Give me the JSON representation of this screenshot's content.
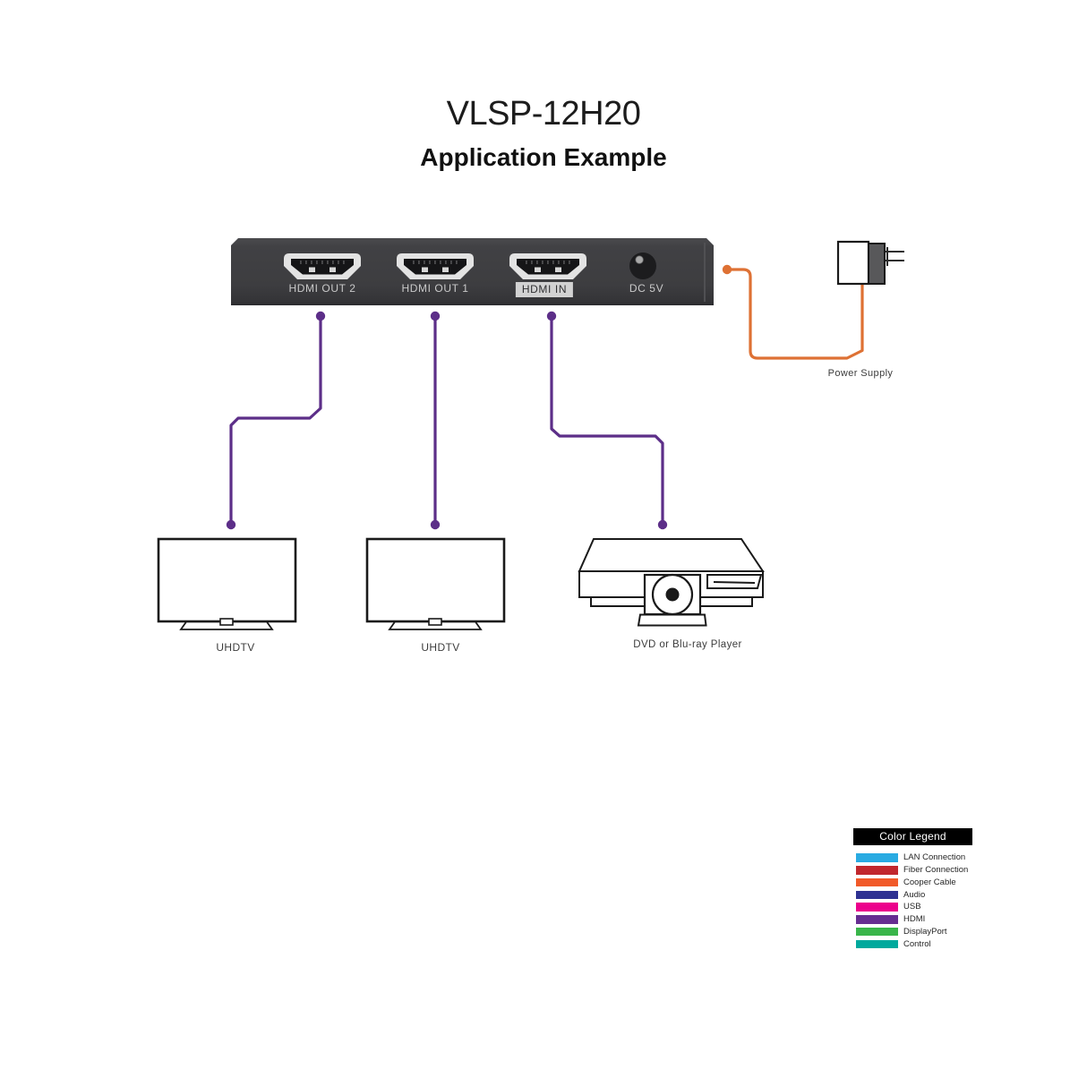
{
  "title": {
    "model": "VLSP-12H20",
    "subtitle": "Application Example"
  },
  "device": {
    "ports": [
      {
        "label": "HDMI OUT 2"
      },
      {
        "label": "HDMI OUT 1"
      },
      {
        "label": "HDMI IN"
      }
    ],
    "power_port_label": "DC 5V"
  },
  "endpoints": {
    "tv1_label": "UHDTV",
    "tv2_label": "UHDTV",
    "dvd_label": "DVD or Blu-ray Player",
    "power_supply_label": "Power Supply"
  },
  "cables": {
    "hdmi_color": "#5C2E88",
    "power_color": "#DE7134"
  },
  "legend": {
    "title": "Color Legend",
    "items": [
      {
        "label": "LAN Connection",
        "color": "#29ABE2"
      },
      {
        "label": "Fiber Connection",
        "color": "#C1272D"
      },
      {
        "label": "Cooper Cable",
        "color": "#F15A29"
      },
      {
        "label": "Audio",
        "color": "#2E3192"
      },
      {
        "label": "USB",
        "color": "#EC008C"
      },
      {
        "label": "HDMI",
        "color": "#662D91"
      },
      {
        "label": "DisplayPort",
        "color": "#39B54A"
      },
      {
        "label": "Control",
        "color": "#00A99D"
      }
    ]
  }
}
